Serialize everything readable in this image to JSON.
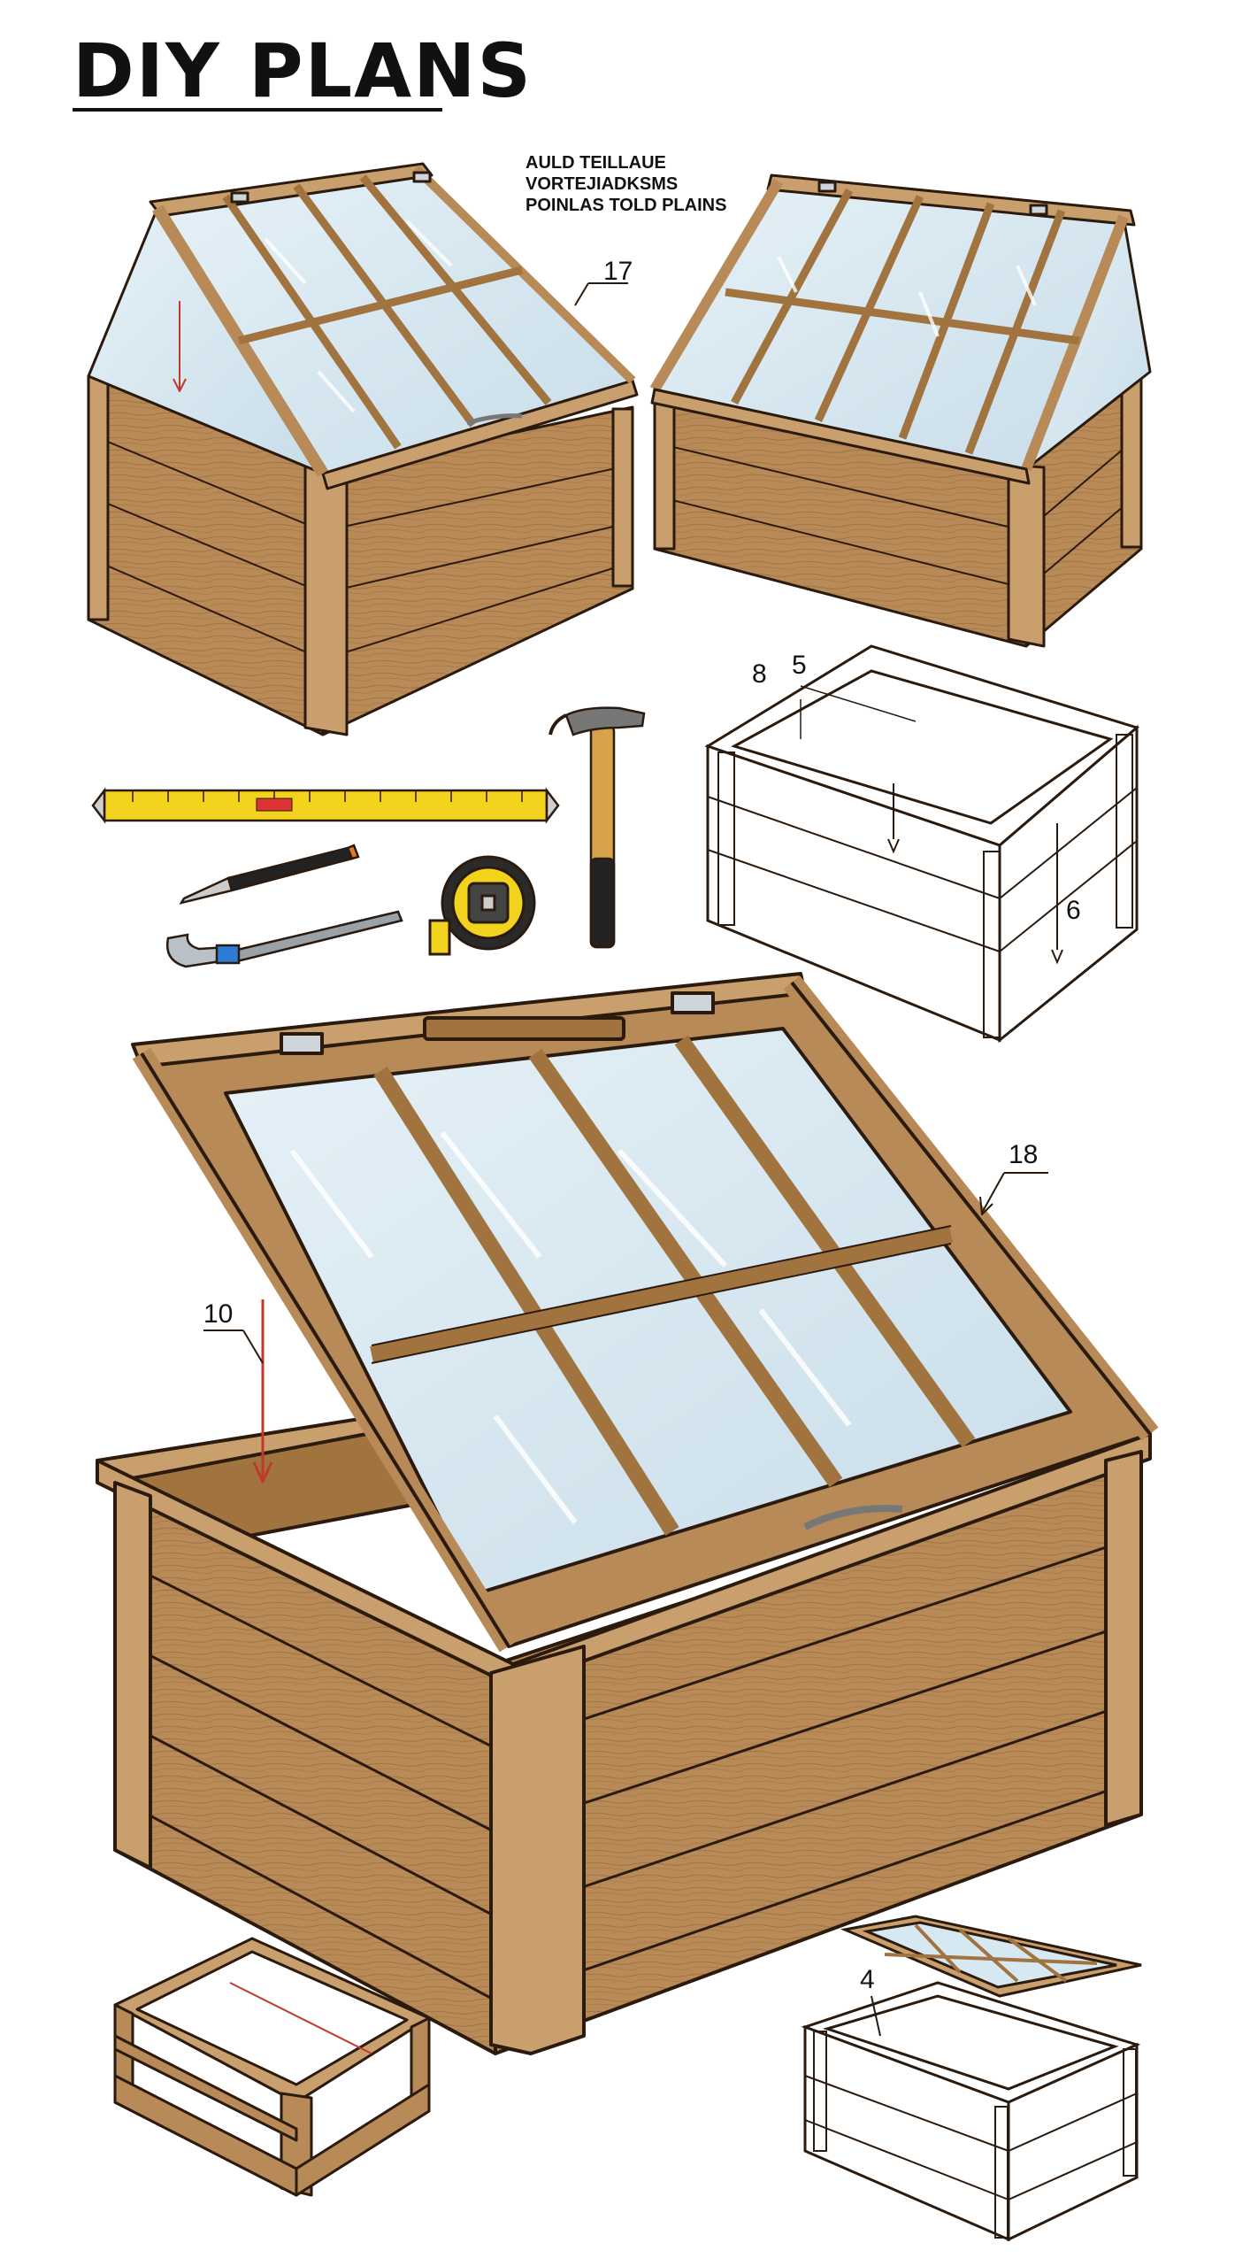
{
  "header": {
    "title": "DIY PLANS",
    "note_lines": [
      "AULD TEILLAUE",
      "VORTEJIADKSMS",
      "POINLAS TOLD PLAINS"
    ]
  },
  "callouts": {
    "top_right_small": "17",
    "frame_a": "8",
    "frame_b": "5",
    "frame_side": "6",
    "main_left": "10",
    "main_right": "18",
    "bottom_right": "4"
  },
  "colors": {
    "wood": "#b88a57",
    "wood_dark": "#9a6c3e",
    "wood_light": "#c9a06d",
    "glass": "#d6e8f2",
    "outline": "#2b1a0e",
    "tape_yellow": "#f1d21c",
    "hammer_handle": "#d7a24a"
  },
  "icons": [
    "measuring-ruler-icon",
    "hammer-icon",
    "screwdriver-icon",
    "tape-measure-icon",
    "wrench-icon"
  ]
}
